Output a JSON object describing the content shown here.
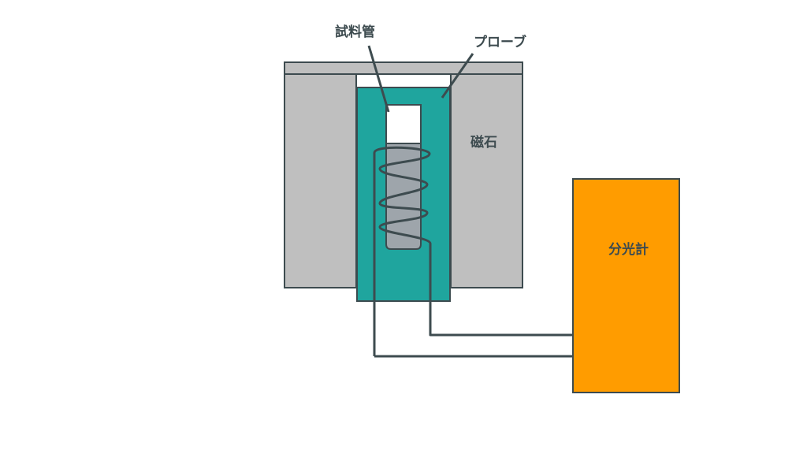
{
  "labels": {
    "sample_tube": "試料管",
    "probe": "プローブ",
    "magnet": "磁石",
    "spectrometer": "分光計"
  },
  "colors": {
    "magnet": "#bfbfbf",
    "probe": "#1fa59e",
    "sample_liquid": "#9ea5ab",
    "spectrometer": "#ff9c00",
    "line": "#3d4b4f",
    "background": "#ffffff"
  }
}
